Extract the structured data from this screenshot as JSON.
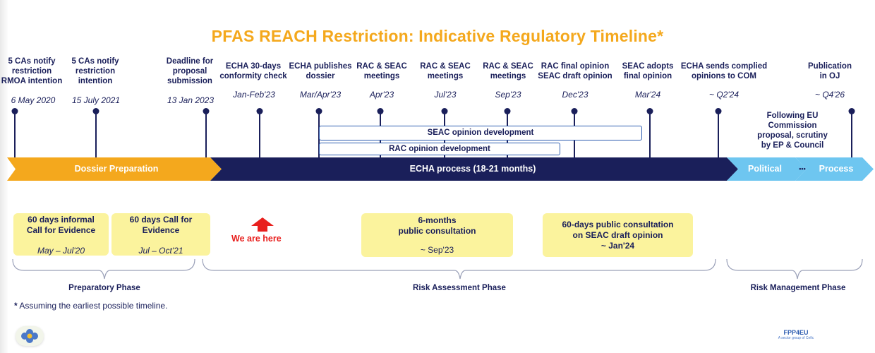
{
  "title": "PFAS REACH Restriction: Indicative Regulatory Timeline*",
  "milestones": [
    {
      "label": "5 CAs notify\nrestriction\nRMOA intention",
      "date": "6 May 2020"
    },
    {
      "label": "5 CAs notify\nrestriction\nintention",
      "date": "15 July 2021"
    },
    {
      "label": "Deadline for\nproposal\nsubmission",
      "date": "13 Jan 2023"
    },
    {
      "label": "ECHA 30-days\nconformity check",
      "date": "Jan-Feb'23"
    },
    {
      "label": "ECHA publishes\ndossier",
      "date": "Mar/Apr'23"
    },
    {
      "label": "RAC & SEAC\nmeetings",
      "date": "Apr'23"
    },
    {
      "label": "RAC & SEAC\nmeetings",
      "date": "Jul'23"
    },
    {
      "label": "RAC & SEAC\nmeetings",
      "date": "Sep'23"
    },
    {
      "label": "RAC final opinion\nSEAC draft opinion",
      "date": "Dec'23"
    },
    {
      "label": "SEAC adopts\nfinal opinion",
      "date": "Mar'24"
    },
    {
      "label": "ECHA sends complied\nopinions to COM",
      "date": "~ Q2'24"
    },
    {
      "label": "Publication in OJ",
      "date": "~ Q4'26"
    }
  ],
  "eu_note": "Following EU\nCommission\nproposal, scrutiny\nby EP & Council",
  "bands": {
    "seac": "SEAC opinion development",
    "rac": "RAC opinion development"
  },
  "process_bar": {
    "dossier": "Dossier Preparation",
    "echa": "ECHA process (18-21 months)",
    "political": "Political",
    "ellipsis": "•••",
    "process": "Process"
  },
  "consultations": [
    {
      "title": "60 days informal\nCall for Evidence",
      "period": "May – Jul'20"
    },
    {
      "title": "60 days Call for\nEvidence",
      "period": "Jul – Oct'21"
    },
    {
      "title": "6-months\npublic consultation",
      "period": "~ Sep'23"
    },
    {
      "title": "60-days public consultation\non SEAC draft opinion",
      "period": "~  Jan'24"
    }
  ],
  "we_are_here": "We are here",
  "phases": {
    "preparatory": "Preparatory Phase",
    "risk_assessment": "Risk Assessment Phase",
    "risk_management": "Risk Management Phase"
  },
  "footnote_star": "*",
  "footnote_text": " Assuming the earliest possible timeline.",
  "logo_text": "FPP4EU",
  "logo_sub": "A sector group of Cefic",
  "colors": {
    "orange": "#f4a81d",
    "navy": "#1a1f5a",
    "light_blue": "#6ec6f0",
    "yellow": "#fbf39d",
    "red": "#e8201e"
  }
}
